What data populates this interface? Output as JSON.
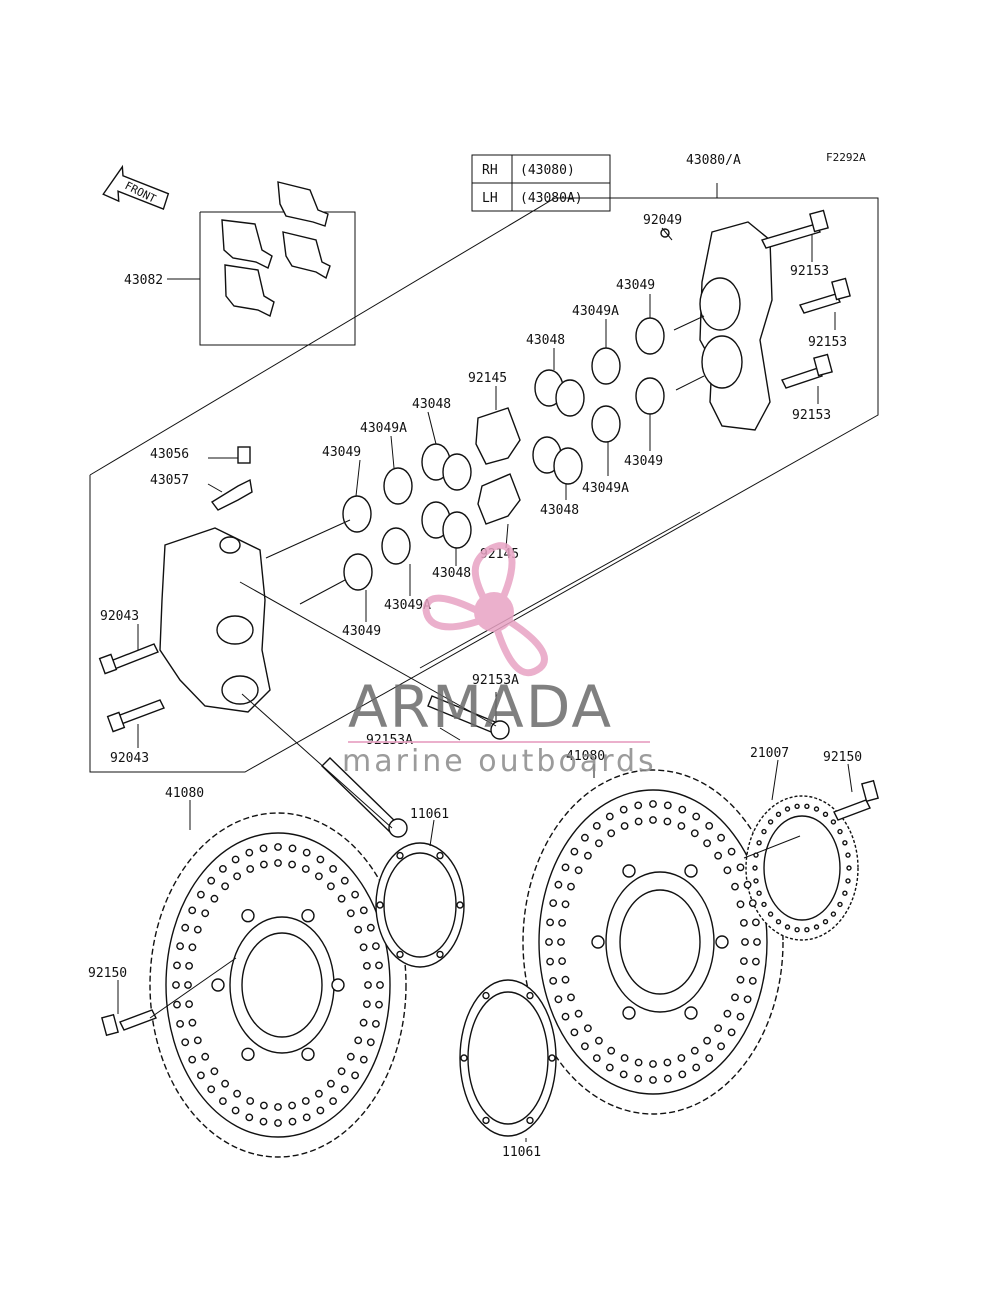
{
  "figure_code": "F2292A",
  "front_arrow": "FRONT",
  "assembly_label": "43080/A",
  "variant_table": [
    {
      "side": "RH",
      "part": "(43080)"
    },
    {
      "side": "LH",
      "part": "(43080A)"
    }
  ],
  "watermark": {
    "brand": "ARMADA",
    "tagline": "marine outboards",
    "accent_color": "#e8a3c4"
  },
  "parts": {
    "p43082": "43082",
    "p92049": "92049",
    "p43049_ra": "43049",
    "p43049A_ra": "43049A",
    "p43048_ra": "43048",
    "p92145_a": "92145",
    "p43049A_la": "43049A",
    "p43048_la": "43048",
    "p43056": "43056",
    "p43057": "43057",
    "p43049_la": "43049",
    "p92153_1": "92153",
    "p92153_2": "92153",
    "p92153_3": "92153",
    "p43049_rb": "43049",
    "p43049A_rb": "43049A",
    "p43048_rb": "43048",
    "p92145_b": "92145",
    "p43048_lb": "43048",
    "p43049A_lb": "43049A",
    "p43049_lb": "43049",
    "p92043_a": "92043",
    "p92043_b": "92043",
    "p92153A_a": "92153A",
    "p92153A_b": "92153A",
    "p41080_l": "41080",
    "p41080_r": "41080",
    "p11061_a": "11061",
    "p11061_b": "11061",
    "p21007": "21007",
    "p92150_r": "92150",
    "p92150_l": "92150"
  }
}
